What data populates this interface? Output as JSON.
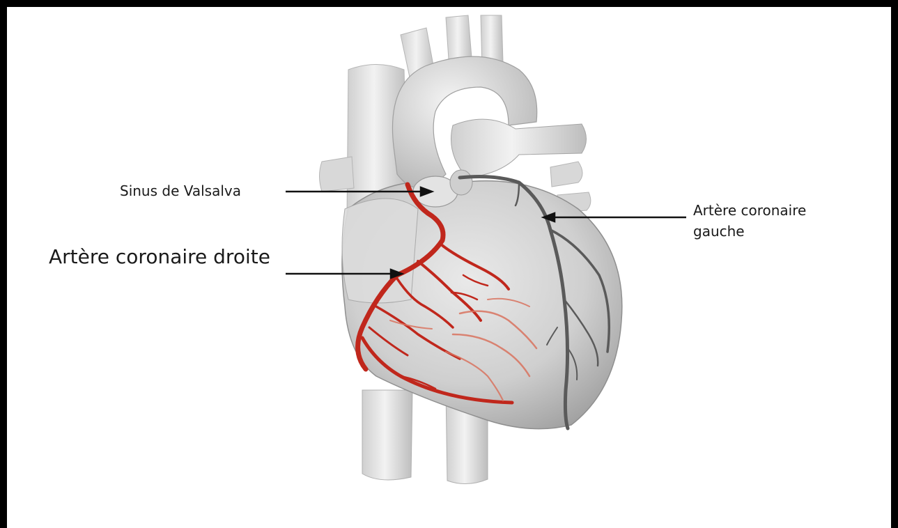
{
  "labels": {
    "sinus": "Sinus de Valsalva",
    "right_coronary": "Artère coronaire droite",
    "left_coronary_line1": "Artère coronaire",
    "left_coronary_line2": "gauche"
  },
  "colors": {
    "frame": "#000000",
    "right_coronary_artery": "#c0271c",
    "left_coronary_artery": "#5a5a5a",
    "heart_tissue": "#d4d4d4"
  }
}
